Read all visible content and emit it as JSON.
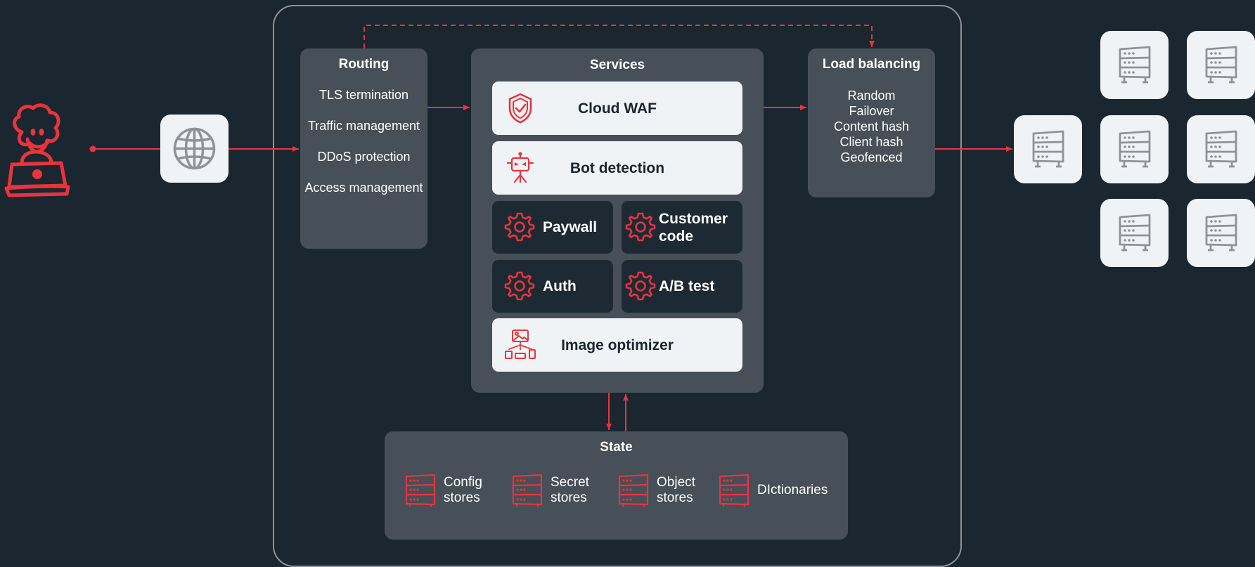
{
  "routing": {
    "title": "Routing",
    "items": [
      "TLS termination",
      "Traffic management",
      "DDoS protection",
      "Access management"
    ]
  },
  "services": {
    "title": "Services",
    "items": [
      {
        "label": "Cloud WAF",
        "icon": "shield-check-icon"
      },
      {
        "label": "Bot detection",
        "icon": "robot-icon"
      },
      {
        "label": "Paywall",
        "icon": "gear-icon"
      },
      {
        "label": "Customer code",
        "icon": "gear-icon"
      },
      {
        "label": "Auth",
        "icon": "gear-icon"
      },
      {
        "label": "A/B test",
        "icon": "gear-icon"
      },
      {
        "label": "Image optimizer",
        "icon": "image-devices-icon"
      }
    ]
  },
  "load_balancing": {
    "title": "Load balancing",
    "items": [
      "Random",
      "Failover",
      "Content hash",
      "Client hash",
      "Geofenced"
    ]
  },
  "state": {
    "title": "State",
    "items": [
      {
        "label": "Config stores",
        "icon": "server-icon"
      },
      {
        "label": "Secret stores",
        "icon": "server-icon"
      },
      {
        "label": "Object stores",
        "icon": "server-icon"
      },
      {
        "label": "DIctionaries",
        "icon": "server-icon"
      }
    ]
  },
  "client": {
    "icon": "user-laptop-icon"
  },
  "internet": {
    "icon": "globe-icon"
  },
  "origins": {
    "icon": "server-icon",
    "count": 7
  },
  "colors": {
    "background": "#1a2630",
    "panel": "#474f58",
    "accent": "#e8343d",
    "light_card": "#f0f3f6",
    "dark_card": "#1e2a33",
    "frame": "#8d9398"
  }
}
